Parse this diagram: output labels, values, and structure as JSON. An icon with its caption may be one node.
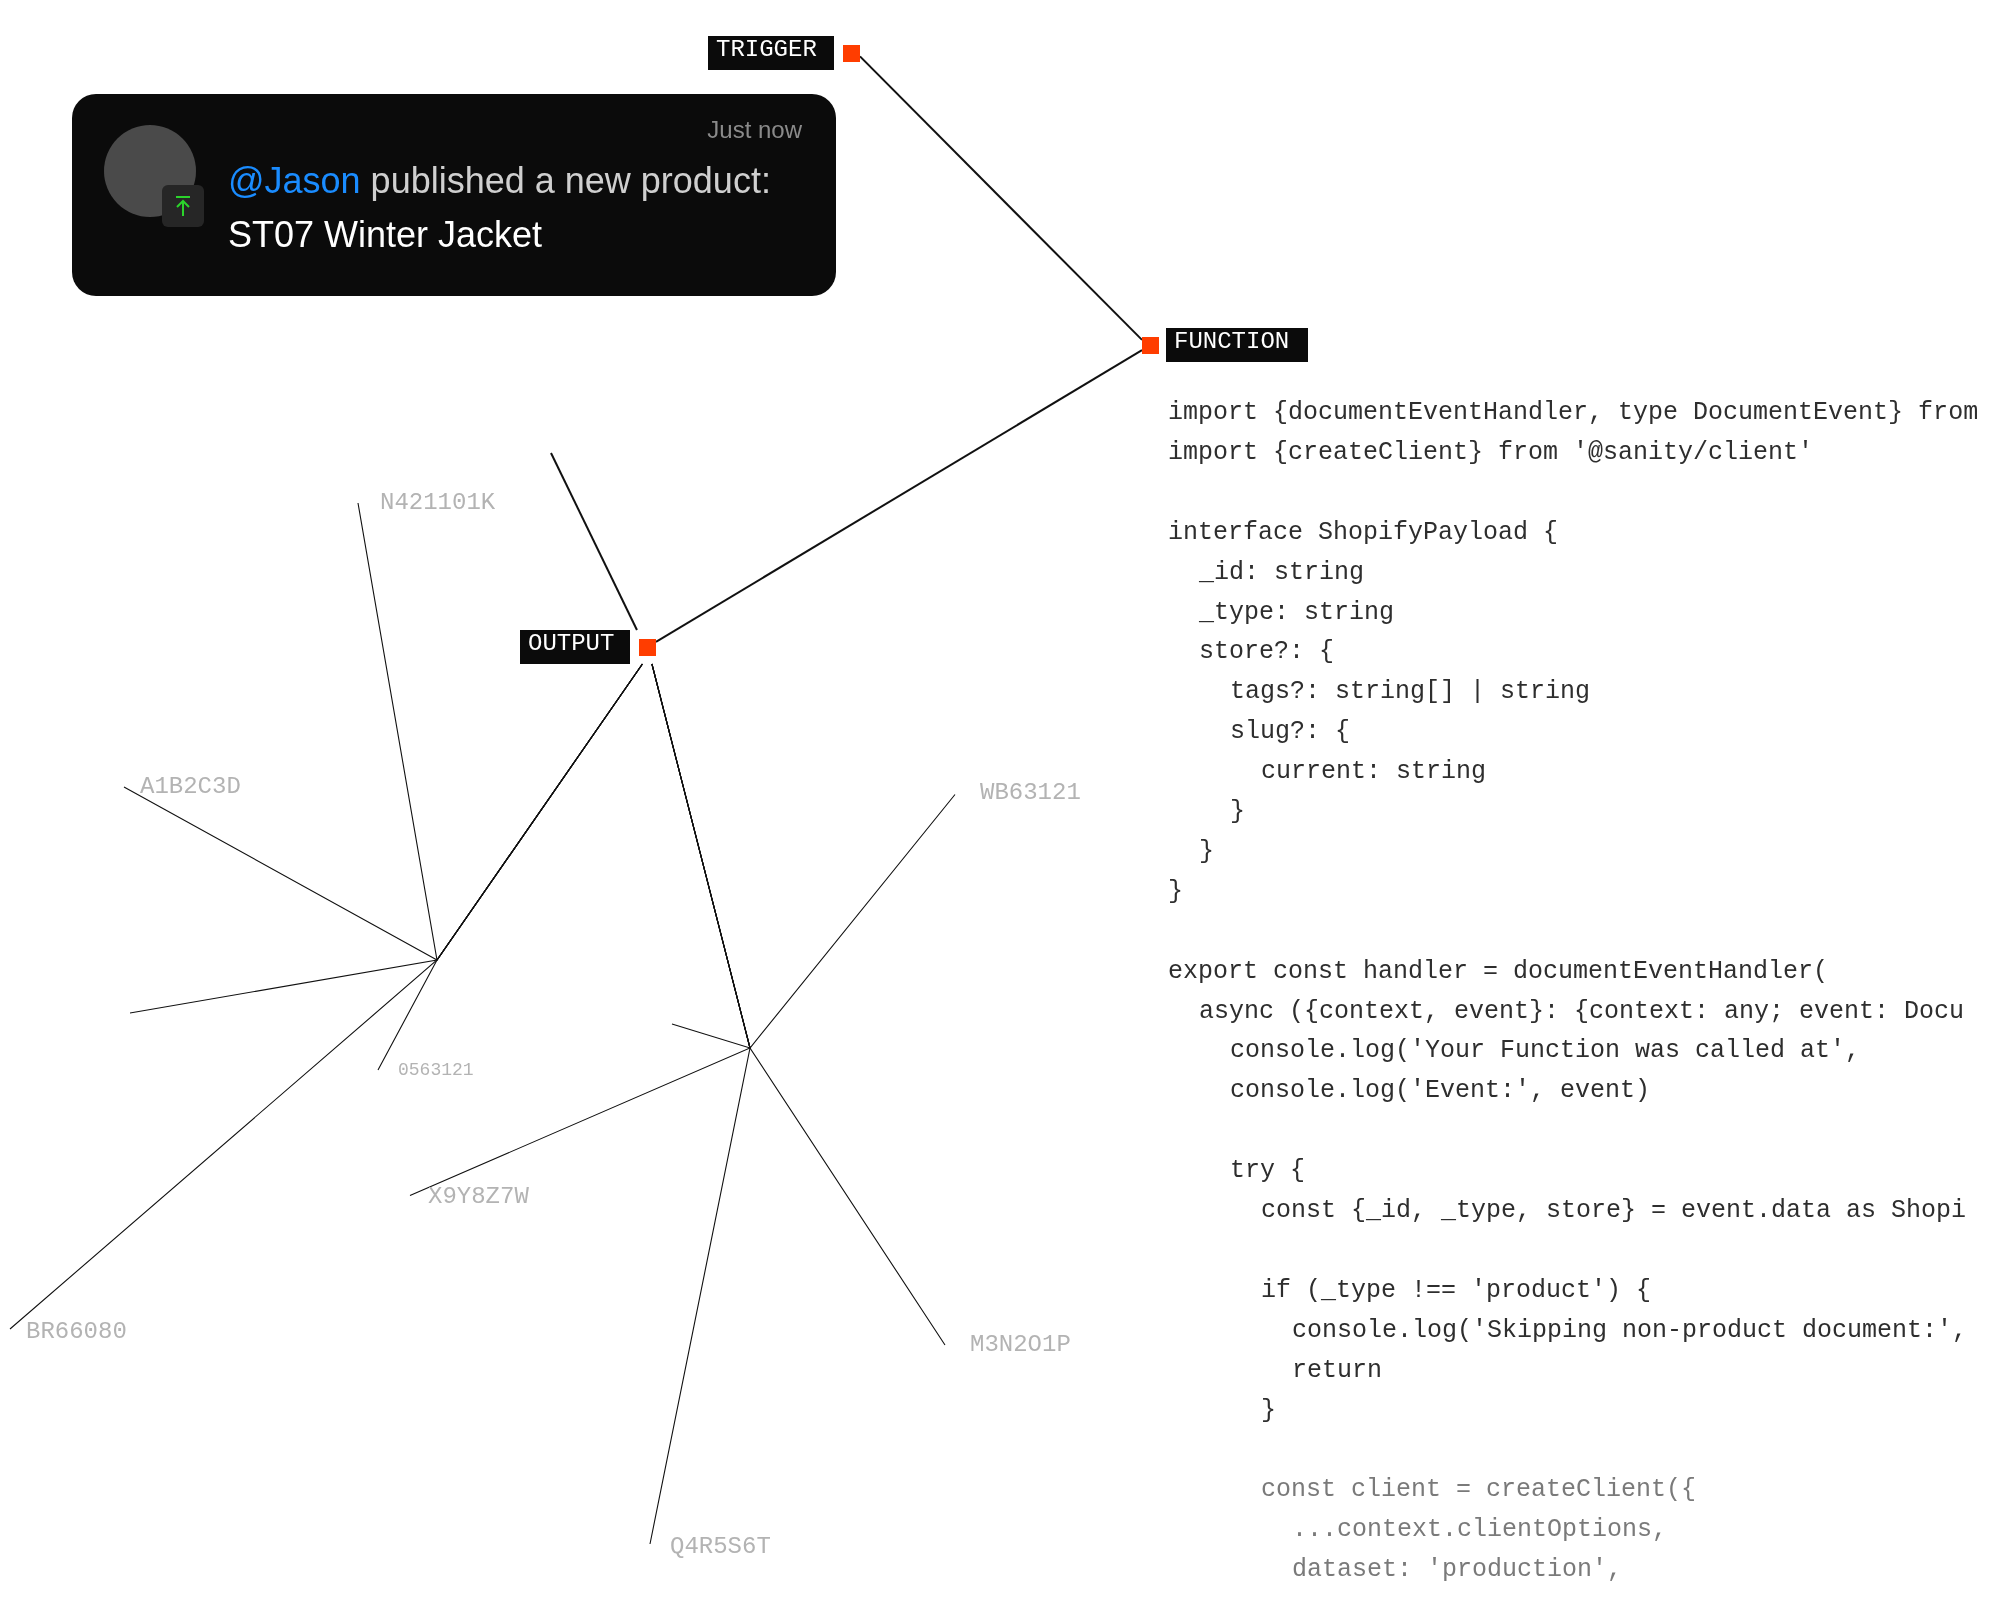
{
  "diagram": {
    "nodes": [
      {
        "text": [
          "Just now",
          "@Jason",
          "published a new product:",
          "ST07 Winter Jacket"
        ]
      },
      {
        "text": [
          "TRIGGER"
        ]
      },
      {
        "text": [
          "FUNCTION"
        ]
      },
      {
        "text": [
          "OUTPUT"
        ]
      },
      {
        "text": [
          "N421101K"
        ]
      },
      {
        "text": [
          "A1B2C3D"
        ]
      },
      {
        "text": [
          "WB63121"
        ]
      },
      {
        "text": [
          "0563121"
        ]
      },
      {
        "text": [
          "X9Y8Z7W"
        ]
      },
      {
        "text": [
          "BR66080"
        ]
      },
      {
        "text": [
          "M3N2O1P"
        ]
      },
      {
        "text": [
          "Q4R5S6T"
        ]
      }
    ],
    "edges": [
      {
        "from": 1,
        "to": 2,
        "arrow": "none"
      },
      {
        "from": 2,
        "to": 3,
        "arrow": "none"
      },
      {
        "from": 3,
        "to": null,
        "arrow": "none"
      },
      {
        "from": 3,
        "to": 4,
        "arrow": "none"
      },
      {
        "from": 3,
        "to": 5,
        "arrow": "none"
      },
      {
        "from": 3,
        "to": null,
        "arrow": "none"
      },
      {
        "from": 3,
        "to": 9,
        "arrow": "none"
      },
      {
        "from": 3,
        "to": 7,
        "arrow": "none"
      },
      {
        "from": 3,
        "to": 6,
        "arrow": "none"
      },
      {
        "from": 3,
        "to": null,
        "arrow": "none"
      },
      {
        "from": 3,
        "to": 8,
        "arrow": "none"
      },
      {
        "from": 3,
        "to": 11,
        "arrow": "none"
      },
      {
        "from": 3,
        "to": 10,
        "arrow": "none"
      }
    ],
    "labels": [
      "import {documentEventHandler, type DocumentEvent} from",
      "import {createClient} from '@sanity/client'",
      "interface ShopifyPayload {",
      "_id: string",
      "_type: string",
      "store?: {",
      "tags?: string[] | string",
      "slug?: {",
      "current: string",
      "}",
      "}",
      "}",
      "export const handler = documentEventHandler(",
      "async ({context, event}: {context: any; event: Docu",
      "console.log('Your Function was called at',",
      "console.log('Event:', event)",
      "try {",
      "const {_id, _type, store} = event.data as Shopi",
      "if (_type !== 'product') {",
      "console.log('Skipping non-product document:',",
      "return",
      "}",
      "const client = createClient({",
      "...context.clientOptions,",
      "dataset: 'production',"
    ]
  }
}
